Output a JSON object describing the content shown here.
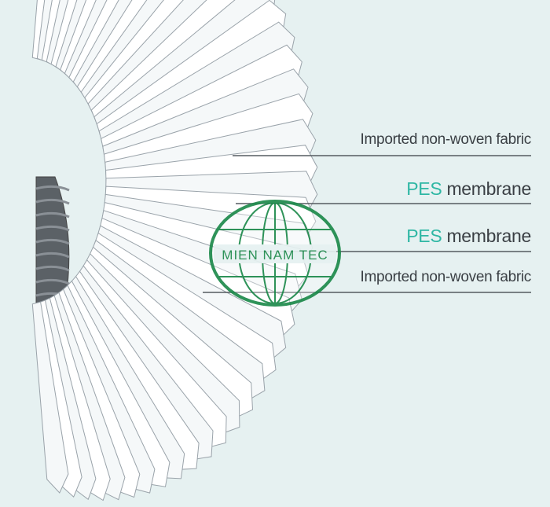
{
  "labels": [
    {
      "text": "Imported non-woven fabric"
    },
    {
      "highlight": "PES",
      "text": "membrane"
    },
    {
      "highlight": "PES",
      "text": "membrane"
    },
    {
      "text": "Imported non-woven fabric"
    }
  ],
  "watermark": {
    "text": "MIEN NAM TEC",
    "color": "#1e8a4c"
  },
  "colors": {
    "background": "#e6f1f1",
    "highlight": "#2fb7a4",
    "leader": "#555b60",
    "pleat_stroke": "#9aa3aa"
  }
}
